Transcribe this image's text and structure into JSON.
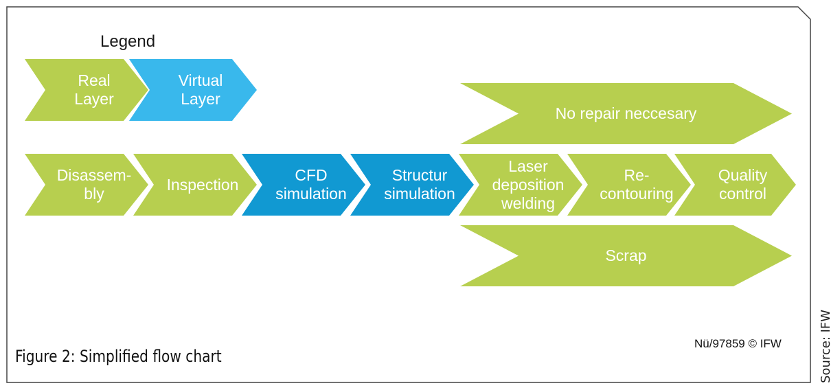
{
  "legend": {
    "title": "Legend",
    "real_layer": "Real\nLayer",
    "virtual_layer": "Virtual\nLayer"
  },
  "flow": {
    "disassembly": "Disassem-\nbly",
    "inspection": "Inspection",
    "cfd_simulation": "CFD\nsimulation",
    "structur_simulation": "Structur\nsimulation",
    "laser_deposition_welding": "Laser\ndeposition\nwelding",
    "recontouring": "Re-\ncontouring",
    "quality_control": "Quality\ncontrol",
    "no_repair": "No repair neccesary",
    "scrap": "Scrap"
  },
  "caption": "Figure 2: Simplified flow chart",
  "copyright": "Nü/97859 © IFW",
  "source": "Source: IFW",
  "colors": {
    "real_layer_green": "#b7cf4f",
    "virtual_layer_light_blue": "#39b8ec",
    "virtual_process_blue": "#1199d2"
  }
}
